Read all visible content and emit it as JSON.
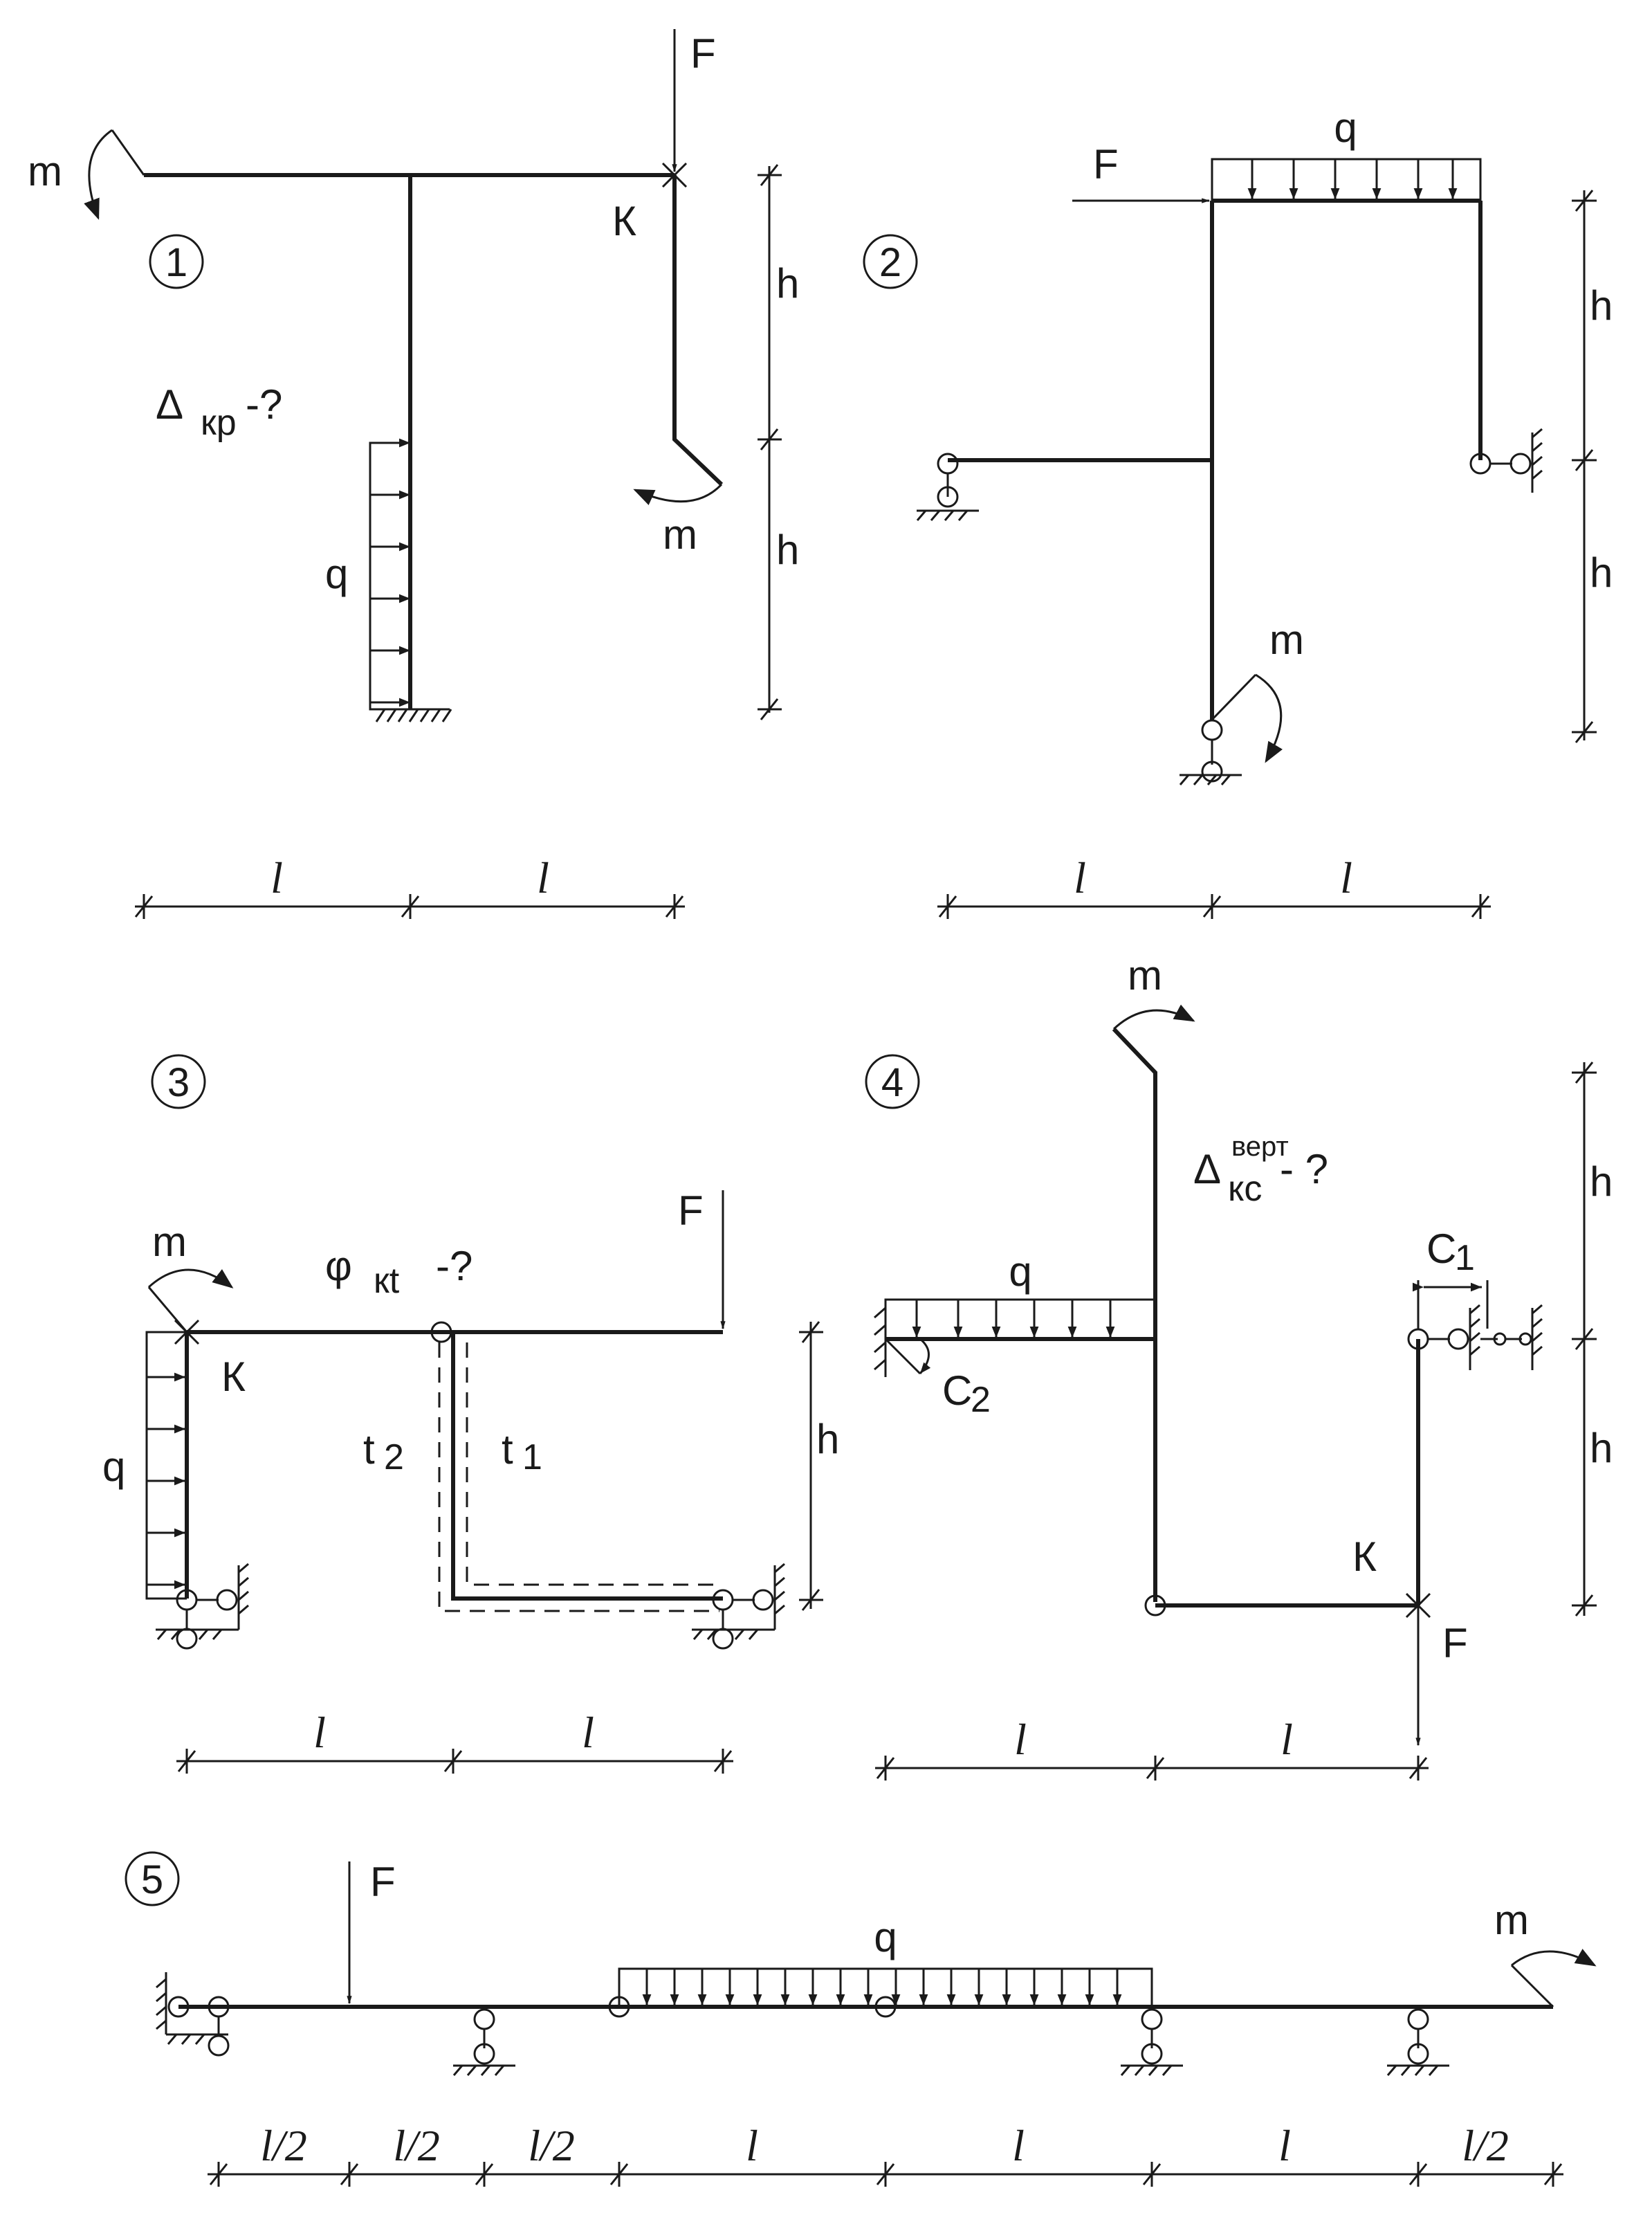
{
  "diagram": {
    "schemes": [
      {
        "number": "1",
        "labels": {
          "force": "F",
          "moment_top": "m",
          "moment_side": "m",
          "load": "q",
          "node": "К"
        },
        "query": {
          "symbol": "Δ",
          "subscript": "кр",
          "suffix": "-?"
        },
        "dimensions": {
          "horizontal": [
            "l",
            "l"
          ],
          "vertical": [
            "h",
            "h"
          ]
        }
      },
      {
        "number": "2",
        "labels": {
          "force": "F",
          "moment": "m",
          "load": "q"
        },
        "dimensions": {
          "horizontal": [
            "l",
            "l"
          ],
          "vertical": [
            "h",
            "h"
          ]
        }
      },
      {
        "number": "3",
        "labels": {
          "force": "F",
          "moment": "m",
          "load": "q",
          "node": "К",
          "t2": "t",
          "t2_sub": "2",
          "t1": "t",
          "t1_sub": "1"
        },
        "query": {
          "symbol": "φ",
          "subscript": "кt",
          "suffix": "-?"
        },
        "dimensions": {
          "horizontal": [
            "l",
            "l"
          ],
          "vertical": [
            "h"
          ]
        }
      },
      {
        "number": "4",
        "labels": {
          "force": "F",
          "moment": "m",
          "load": "q",
          "node": "К",
          "c1": "C",
          "c1_sub": "1",
          "c2": "C",
          "c2_sub": "2"
        },
        "query": {
          "symbol": "Δ",
          "superscript": "верт",
          "subscript": "кс",
          "suffix": "- ?"
        },
        "dimensions": {
          "horizontal": [
            "l",
            "l"
          ],
          "vertical": [
            "h",
            "h"
          ]
        }
      },
      {
        "number": "5",
        "labels": {
          "force": "F",
          "moment": "m",
          "load": "q"
        },
        "dimensions": {
          "horizontal": [
            "l/2",
            "l/2",
            "l/2",
            "l",
            "l",
            "l",
            "l/2"
          ]
        }
      }
    ]
  }
}
